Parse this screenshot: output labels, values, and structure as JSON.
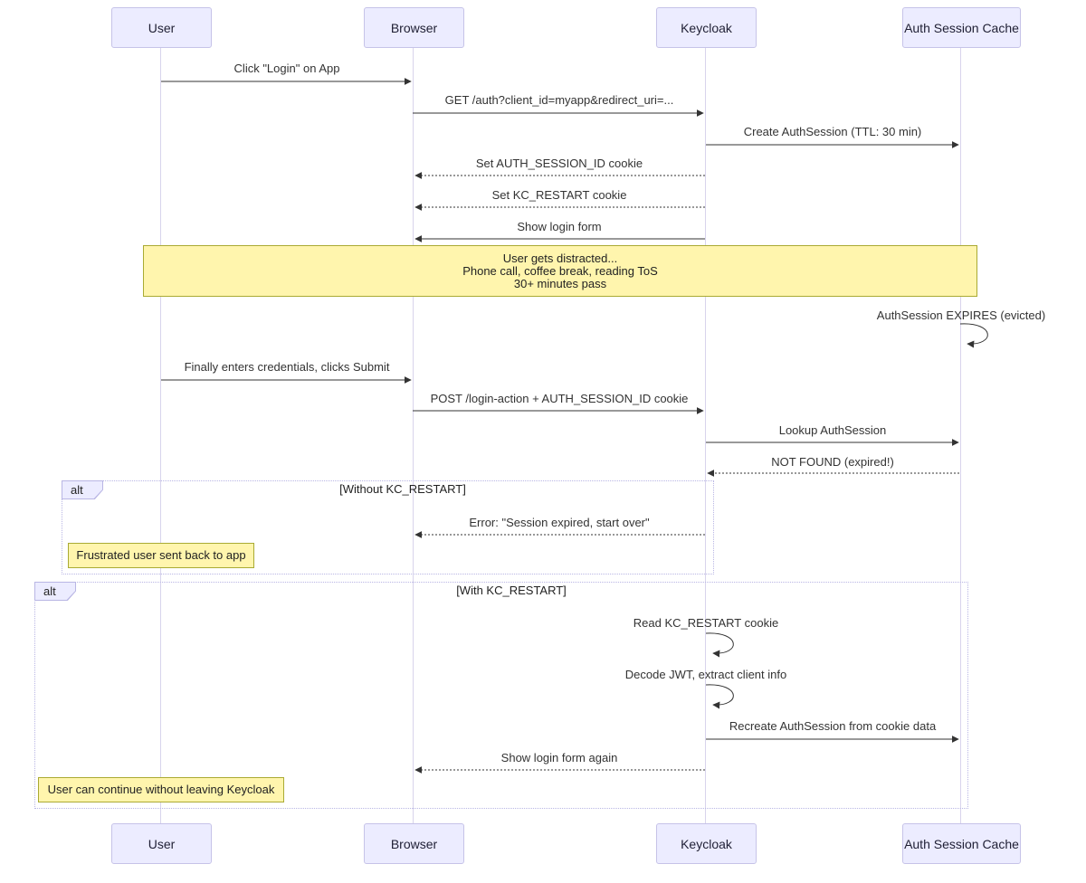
{
  "diagram_type": "sequence-diagram",
  "colors": {
    "actor_fill": "#ECECFF",
    "actor_border": "#c6c3e8",
    "note_fill": "#FFF5AD",
    "note_border": "#AAAA33",
    "lifeline": "#d8d4ec",
    "arrow": "#333333",
    "alt_border": "#b9b6e4",
    "text": "#333333"
  },
  "participants": [
    {
      "label": "User"
    },
    {
      "label": "Browser"
    },
    {
      "label": "Keycloak"
    },
    {
      "label": "Auth Session Cache"
    }
  ],
  "messages": [
    {
      "text": "Click \"Login\" on App",
      "kind": "solid"
    },
    {
      "text": "GET /auth?client_id=myapp&redirect_uri=...",
      "kind": "solid"
    },
    {
      "text": "Create AuthSession (TTL: 30 min)",
      "kind": "solid"
    },
    {
      "text": "Set AUTH_SESSION_ID cookie",
      "kind": "dotted"
    },
    {
      "text": "Set KC_RESTART cookie",
      "kind": "dotted"
    },
    {
      "text": "Show login form",
      "kind": "solid"
    },
    {
      "text": "AuthSession EXPIRES (evicted)",
      "kind": "self"
    },
    {
      "text": "Finally enters credentials, clicks Submit",
      "kind": "solid"
    },
    {
      "text": "POST /login-action + AUTH_SESSION_ID cookie",
      "kind": "solid"
    },
    {
      "text": "Lookup AuthSession",
      "kind": "solid"
    },
    {
      "text": "NOT FOUND (expired!)",
      "kind": "dotted"
    },
    {
      "text": "Error: \"Session expired, start over\"",
      "kind": "dotted"
    },
    {
      "text": "Read KC_RESTART cookie",
      "kind": "self"
    },
    {
      "text": "Decode JWT, extract client info",
      "kind": "self"
    },
    {
      "text": "Recreate AuthSession from cookie data",
      "kind": "solid"
    },
    {
      "text": "Show login form again",
      "kind": "dotted"
    }
  ],
  "notes": [
    {
      "lines": [
        "User gets distracted...",
        "Phone call, coffee break, reading ToS",
        "30+ minutes pass"
      ]
    },
    {
      "lines": [
        "Frustrated user sent back to app"
      ]
    },
    {
      "lines": [
        "User can continue without leaving Keycloak"
      ]
    }
  ],
  "alts": [
    {
      "label": "alt",
      "condition": "[Without KC_RESTART]"
    },
    {
      "label": "alt",
      "condition": "[With KC_RESTART]"
    }
  ]
}
